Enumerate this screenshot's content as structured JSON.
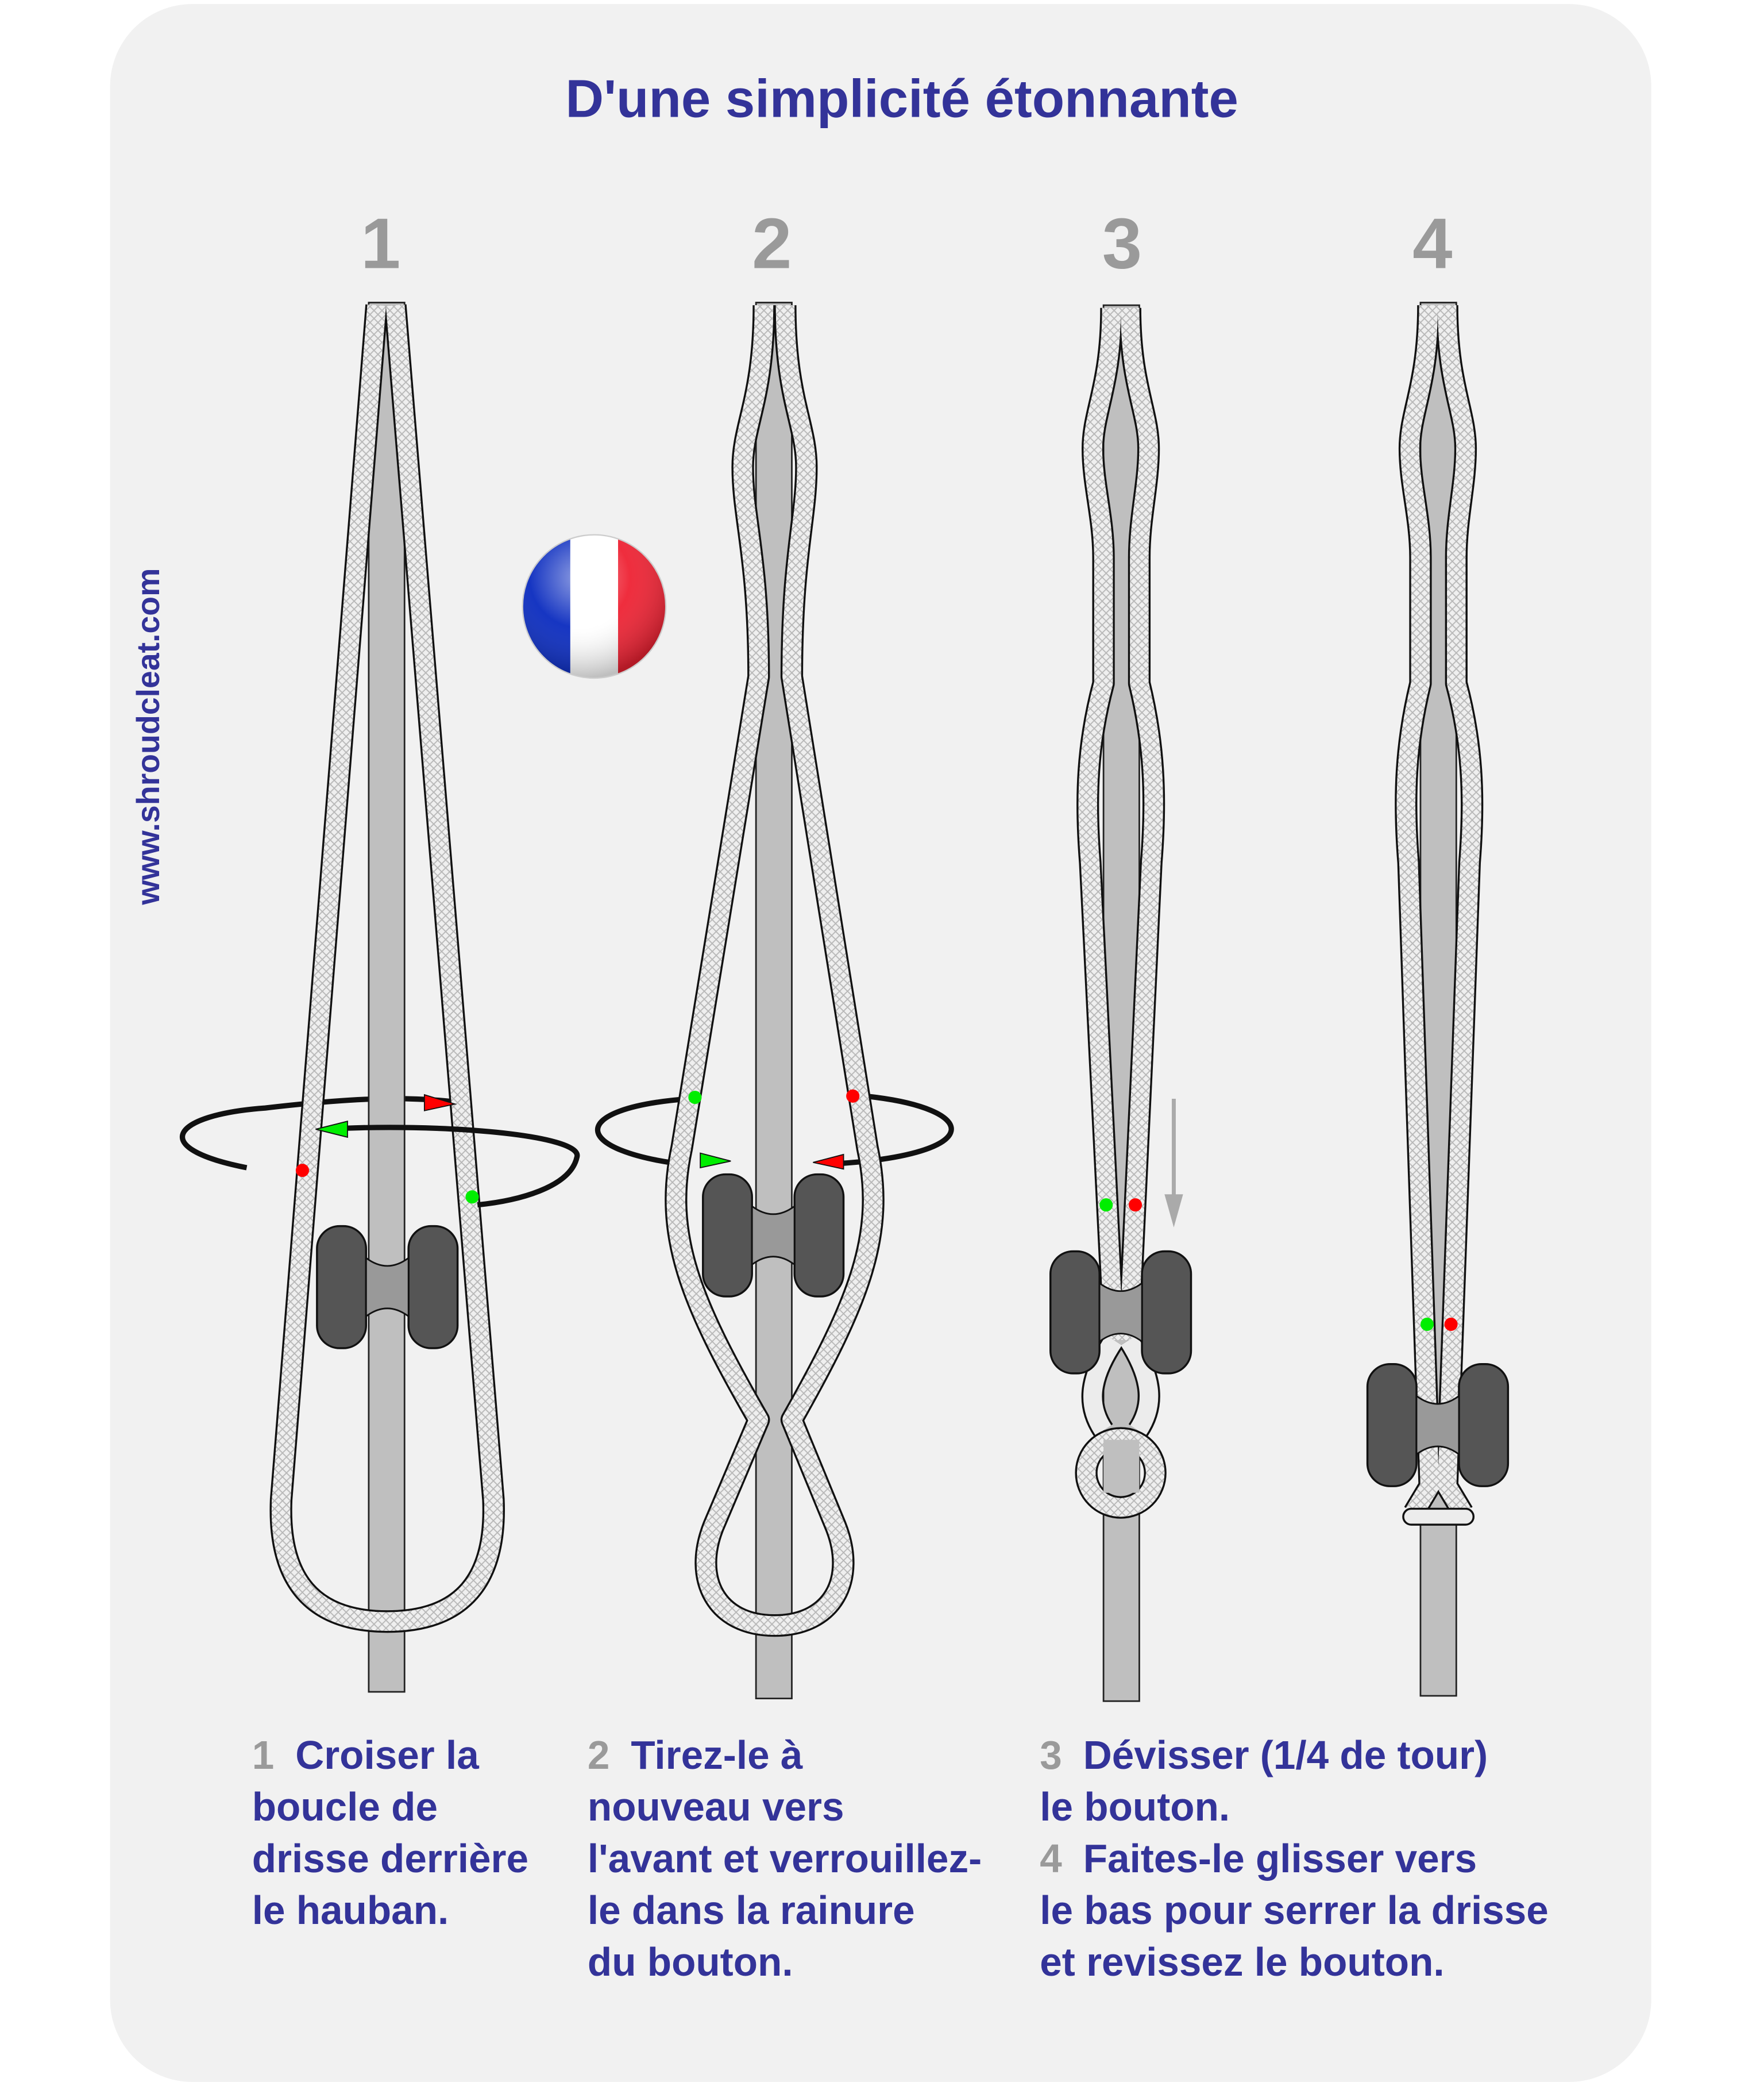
{
  "title": "D'une simplicité étonnante",
  "website": "www.shroudcleat.com",
  "step_numbers": [
    "1",
    "2",
    "3",
    "4"
  ],
  "captions": {
    "col1": {
      "num": "1",
      "lines": [
        "Croiser la",
        "boucle de",
        "drisse derrière",
        "le hauban."
      ]
    },
    "col2": {
      "num": "2",
      "lines": [
        "Tirez-le à",
        "nouveau vers",
        "l'avant et verrouillez-",
        "le dans la rainure",
        "du bouton."
      ]
    },
    "col3": {
      "num": "3",
      "lines": [
        "Dévisser (1/4 de tour)",
        "le bouton."
      ]
    },
    "col4": {
      "num": "4",
      "lines": [
        "Faites-le glisser vers",
        "le bas pour serrer la drisse",
        "et revissez le bouton."
      ]
    }
  },
  "colors": {
    "text": "#333399",
    "step_number": "#9a9a9a",
    "card": "#f1f1f1",
    "rod": "#bfbfbf",
    "knob": "#555555",
    "marker_green": "#00ee00",
    "marker_red": "#ff0000"
  },
  "flag": {
    "icon": "france-flag-icon",
    "colors": [
      "#0a2bbf",
      "#ffffff",
      "#ee2233"
    ]
  }
}
